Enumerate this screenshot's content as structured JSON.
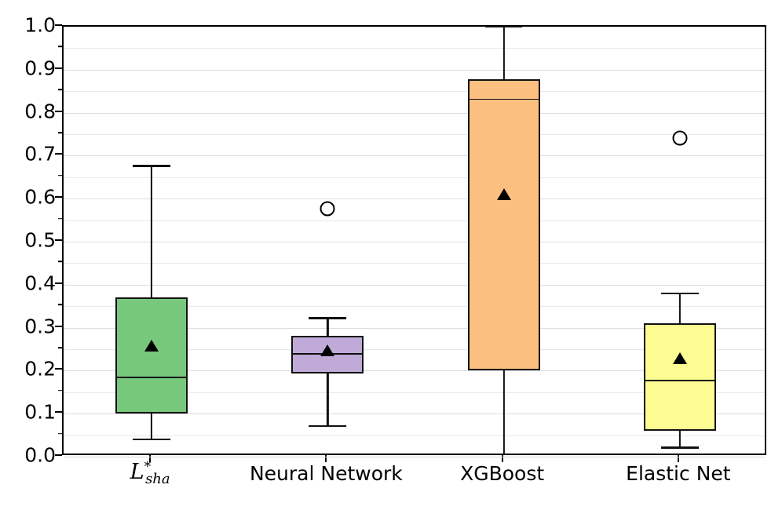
{
  "chart_data": {
    "type": "box",
    "title": "",
    "xlabel": "",
    "ylabel": "",
    "ylim": [
      0.0,
      1.0
    ],
    "xlim_categories": 4,
    "grid": true,
    "grid_major_step": 0.1,
    "grid_minor_step": 0.05,
    "legend": null,
    "y_ticks": [
      "0.0",
      "0.1",
      "0.2",
      "0.3",
      "0.4",
      "0.5",
      "0.6",
      "0.7",
      "0.8",
      "0.9",
      "1.0"
    ],
    "y_tick_values": [
      0.0,
      0.1,
      0.2,
      0.3,
      0.4,
      0.5,
      0.6,
      0.7,
      0.8,
      0.9,
      1.0
    ],
    "categories": [
      "L*sha",
      "Neural Network",
      "XGBoost",
      "Elastic Net"
    ],
    "category_labels_display": [
      "L",
      "Neural Network",
      "XGBoost",
      "Elastic Net"
    ],
    "math_label": {
      "base": "L",
      "superscript": "*",
      "subscript": "sha"
    },
    "boxes": [
      {
        "name": "L*sha",
        "color": "#77c87b",
        "whisker_low": 0.04,
        "q1": 0.1,
        "median": 0.186,
        "q3": 0.371,
        "whisker_high": 0.676,
        "mean": 0.256,
        "outliers": []
      },
      {
        "name": "Neural Network",
        "color": "#bfaad8",
        "whisker_low": 0.071,
        "q1": 0.194,
        "median": 0.241,
        "q3": 0.281,
        "whisker_high": 0.322,
        "mean": 0.245,
        "outliers": [
          0.577
        ]
      },
      {
        "name": "XGBoost",
        "color": "#fbbf80",
        "whisker_low": 0.006,
        "q1": 0.2,
        "median": 0.833,
        "q3": 0.878,
        "whisker_high": 1.0,
        "mean": 0.607,
        "outliers": []
      },
      {
        "name": "Elastic Net",
        "color": "#fcfc92",
        "whisker_low": 0.021,
        "q1": 0.06,
        "median": 0.178,
        "q3": 0.31,
        "whisker_high": 0.379,
        "mean": 0.227,
        "outliers": [
          0.74
        ]
      }
    ]
  }
}
